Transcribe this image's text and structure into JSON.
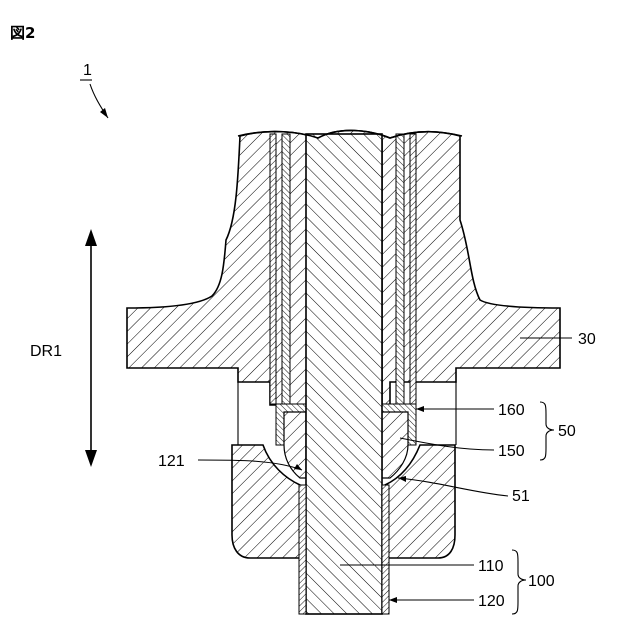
{
  "figure_label": "図2",
  "ref_main": "1",
  "direction_label": "DR1",
  "labels": {
    "l30": "30",
    "l160": "160",
    "l150": "150",
    "l50": "50",
    "l121": "121",
    "l51": "51",
    "l110": "110",
    "l120": "120",
    "l100": "100"
  }
}
